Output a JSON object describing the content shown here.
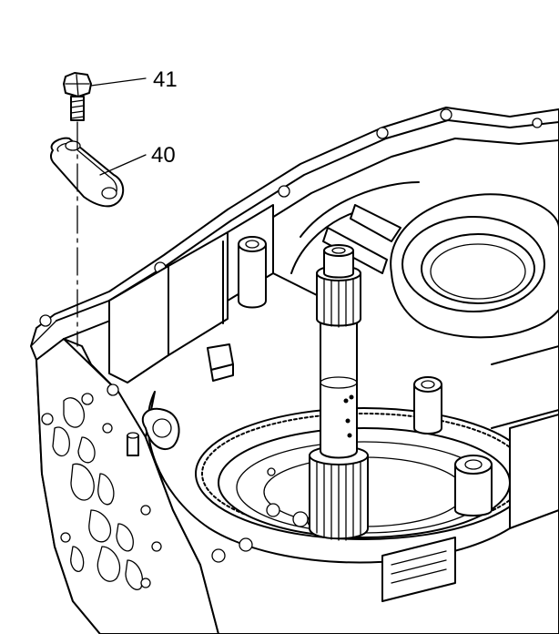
{
  "callouts": [
    {
      "id": "bolt",
      "label": "41"
    },
    {
      "id": "cover-plate",
      "label": "40"
    }
  ]
}
